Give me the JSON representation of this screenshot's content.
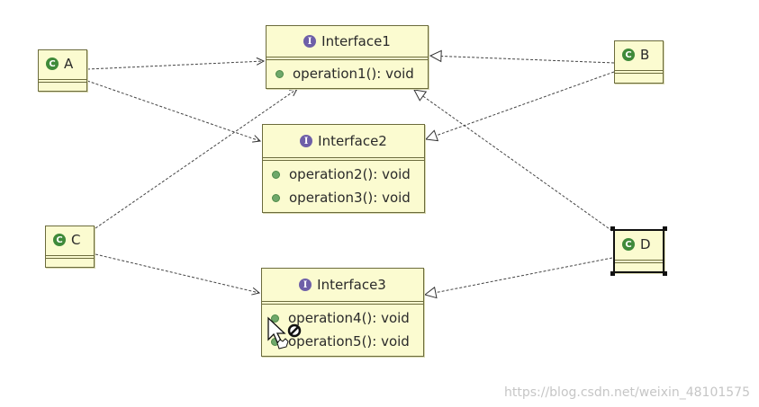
{
  "interfaces": [
    {
      "name": "Interface1",
      "operations": [
        "operation1(): void"
      ]
    },
    {
      "name": "Interface2",
      "operations": [
        "operation2(): void",
        "operation3(): void"
      ]
    },
    {
      "name": "Interface3",
      "operations": [
        "operation4(): void",
        "operation5(): void"
      ]
    }
  ],
  "classes": [
    {
      "name": "A"
    },
    {
      "name": "B"
    },
    {
      "name": "C"
    },
    {
      "name": "D"
    }
  ],
  "icons": {
    "interface_badge": "I",
    "class_badge": "C"
  },
  "colors": {
    "node_fill": "#fbfbd0",
    "node_border": "#6b6b3c",
    "interface_icon": "#6e5fa8",
    "class_icon": "#3f8a3a",
    "operation_dot": "#6fa86a"
  },
  "watermark": "https://blog.csdn.net/weixin_48101575"
}
